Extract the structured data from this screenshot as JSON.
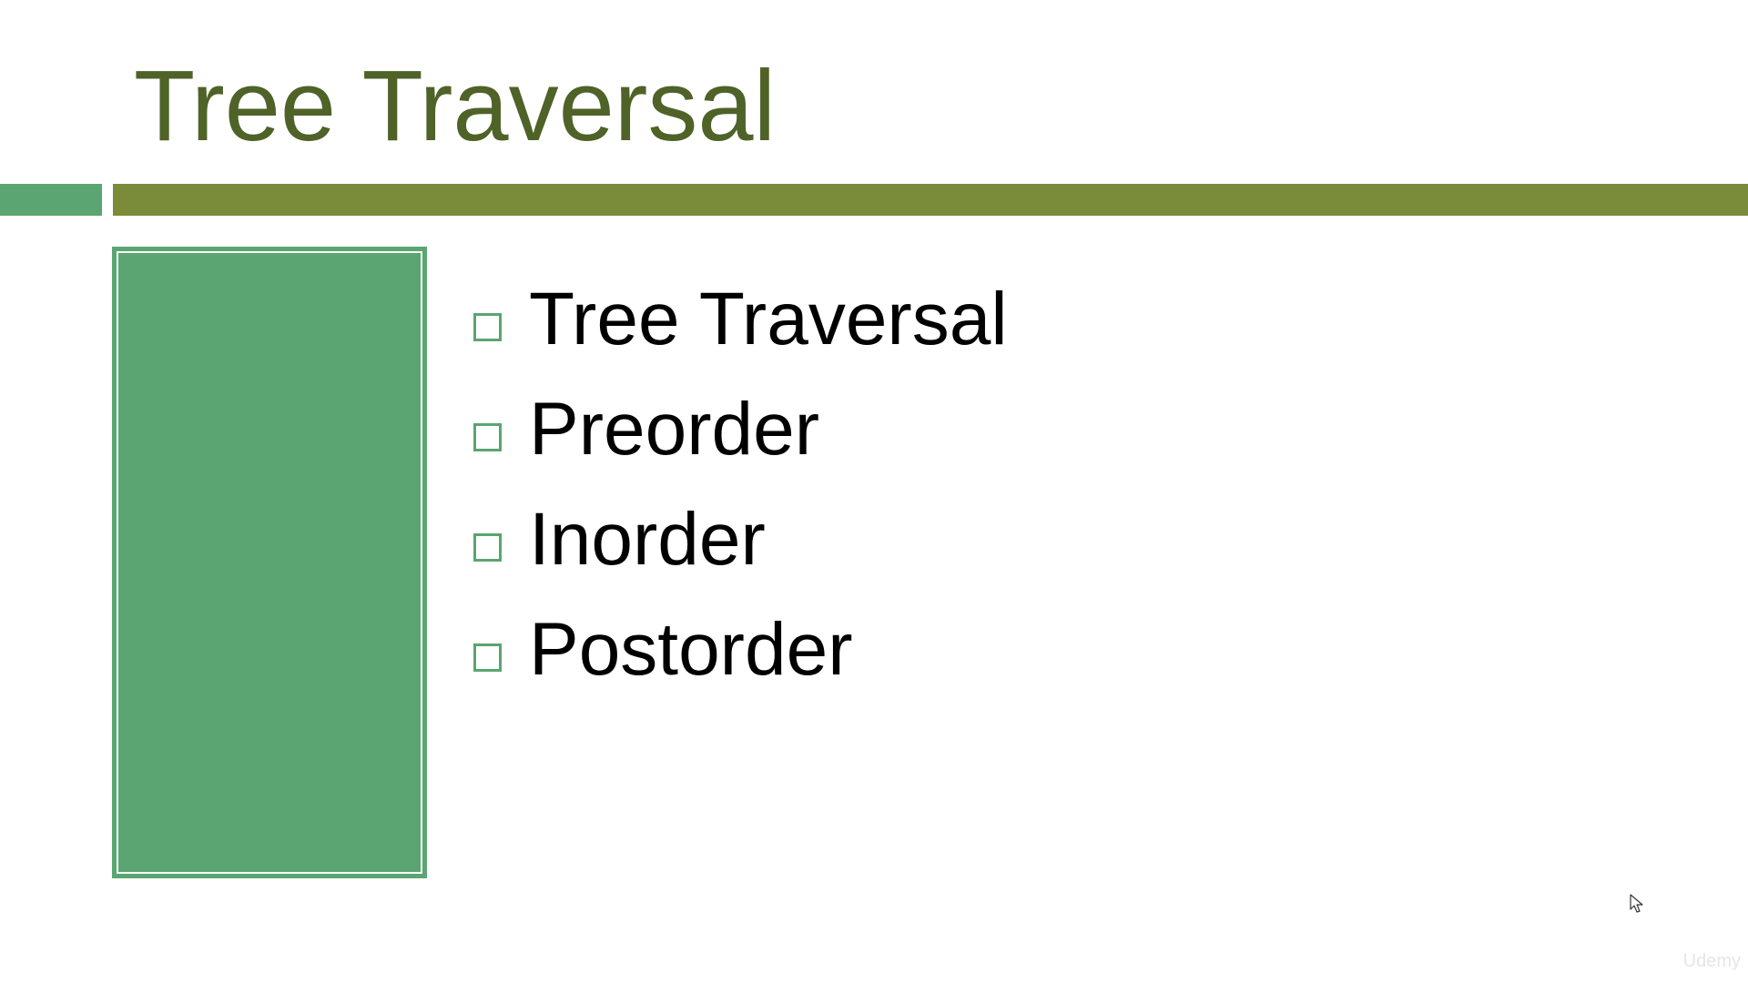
{
  "slide": {
    "title": "Tree Traversal",
    "bullets": [
      {
        "label": "Tree Traversal"
      },
      {
        "label": "Preorder"
      },
      {
        "label": "Inorder"
      },
      {
        "label": "Postorder"
      }
    ]
  },
  "watermark": {
    "text": "Udemy"
  },
  "colors": {
    "title": "#4f6228",
    "accent_green": "#5aa571",
    "accent_olive": "#7a8c3a",
    "text": "#000000"
  },
  "icons": {
    "bullet": "hollow-square-bullet-icon",
    "cursor": "mouse-pointer-icon"
  }
}
